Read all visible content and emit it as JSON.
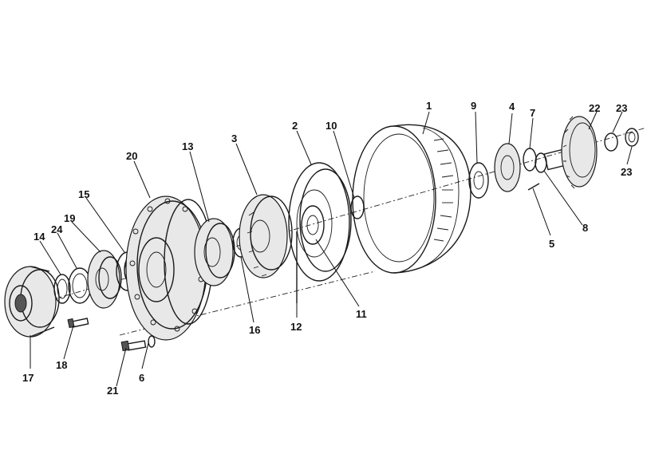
{
  "labels": [
    "1",
    "2",
    "3",
    "4",
    "5",
    "6",
    "7",
    "8",
    "9",
    "10",
    "11",
    "12",
    "13",
    "14",
    "15",
    "16",
    "17",
    "18",
    "19",
    "20",
    "21",
    "22",
    "23",
    "23",
    "24"
  ]
}
